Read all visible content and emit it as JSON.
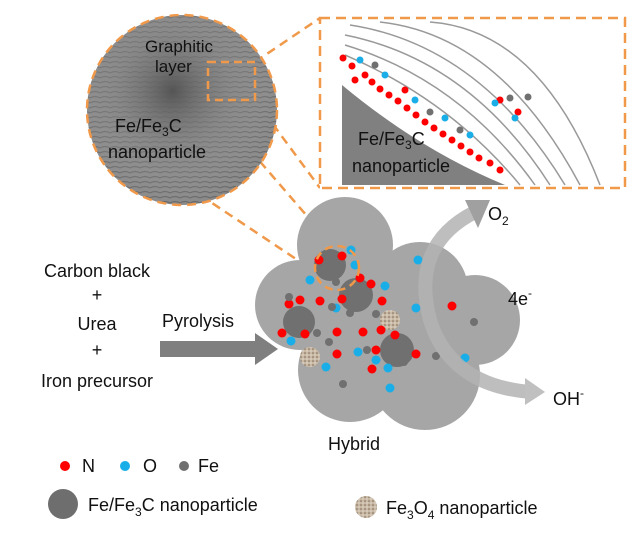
{
  "tem_inset": {
    "graphitic_line1": "Graphitic",
    "graphitic_line2": "layer",
    "particle_line1": "Fe/Fe",
    "particle_sub": "3",
    "particle_tail": "C",
    "particle_line2": "nanoparticle"
  },
  "zoom_inset": {
    "particle_line1": "Fe/Fe",
    "particle_sub": "3",
    "particle_tail": "C",
    "particle_line2": "nanoparticle"
  },
  "precursors": [
    "Carbon black",
    "+",
    "Urea",
    "+",
    "Iron precursor"
  ],
  "process_label": "Pyrolysis",
  "product_label": "Hybrid",
  "reaction": {
    "reactant": "O",
    "reactant_sub": "2",
    "electrons": "4e",
    "electrons_sup": "-",
    "product": "OH",
    "product_sup": "-"
  },
  "legend": {
    "n": "N",
    "o": "O",
    "fe": "Fe",
    "fe3c_main": "Fe/Fe",
    "fe3c_sub": "3",
    "fe3c_tail": "C nanoparticle",
    "fe3o4_main": "Fe",
    "fe3o4_sub1": "3",
    "fe3o4_mid": "O",
    "fe3o4_sub2": "4",
    "fe3o4_tail": " nanoparticle"
  },
  "colors": {
    "n": "#ff0000",
    "o": "#1aaee8",
    "fe": "#707070",
    "accent": "#f0994a",
    "matrix": "#a6a6a6"
  }
}
